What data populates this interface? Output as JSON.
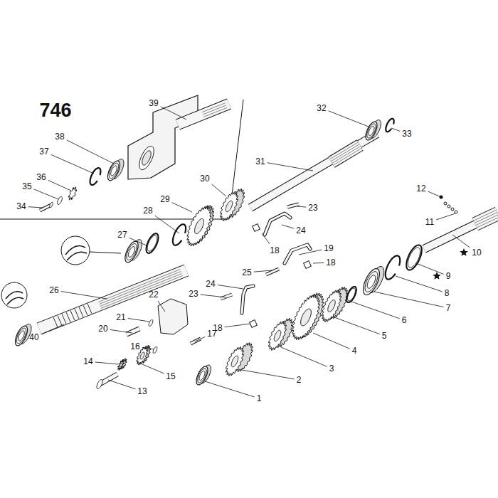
{
  "diagram": {
    "labels": [
      "746",
      "39",
      "32",
      "33",
      "38",
      "37",
      "31",
      "36",
      "30",
      "35",
      "12",
      "29",
      "23",
      "34",
      "28",
      "24",
      "11",
      "27",
      "18",
      "19",
      "10",
      "25",
      "18",
      "24",
      "9",
      "26",
      "23",
      "22",
      "8",
      "7",
      "18",
      "21",
      "6",
      "20",
      "17",
      "40",
      "5",
      "16",
      "4",
      "14",
      "15",
      "3",
      "2",
      "13",
      "1"
    ]
  }
}
